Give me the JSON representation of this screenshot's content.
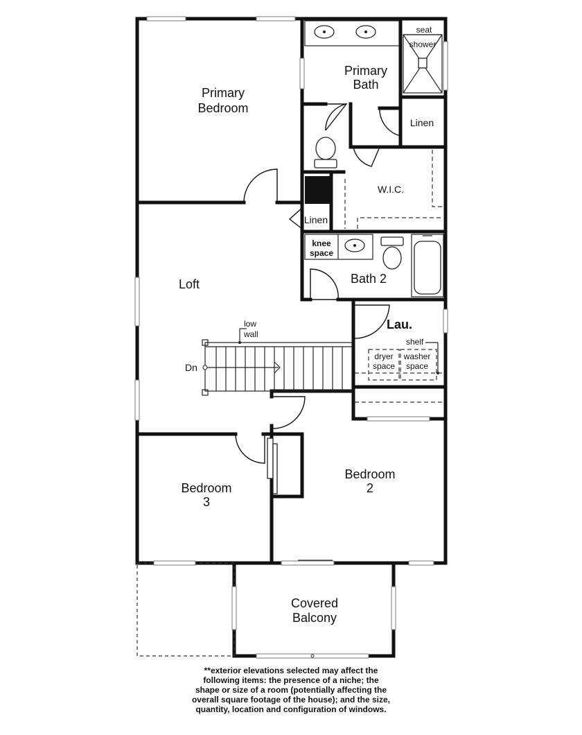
{
  "rooms": {
    "primary_bedroom": [
      "Primary",
      "Bedroom"
    ],
    "primary_bath": [
      "Primary",
      "Bath"
    ],
    "seat": "seat",
    "shower": "shower",
    "linen_primary": "Linen",
    "wic": "W.I.C.",
    "linen_hall": "Linen",
    "knee_space": [
      "knee",
      "space"
    ],
    "bath2": "Bath 2",
    "loft": "Loft",
    "low_wall": [
      "low",
      "wall"
    ],
    "dn": "Dn",
    "laundry": "Lau.",
    "shelf": "shelf",
    "dryer_space": [
      "dryer",
      "space"
    ],
    "washer_space": [
      "washer",
      "space"
    ],
    "bedroom2": [
      "Bedroom",
      "2"
    ],
    "bedroom3": [
      "Bedroom",
      "3"
    ],
    "covered_balcony": [
      "Covered",
      "Balcony"
    ]
  },
  "disclaimer": [
    "**exterior elevations selected may affect the",
    "following items: the presence of a niche; the",
    "shape or size of a room (potentially affecting the",
    "overall square footage of the house); and the size,",
    "quantity, location and configuration of windows."
  ]
}
